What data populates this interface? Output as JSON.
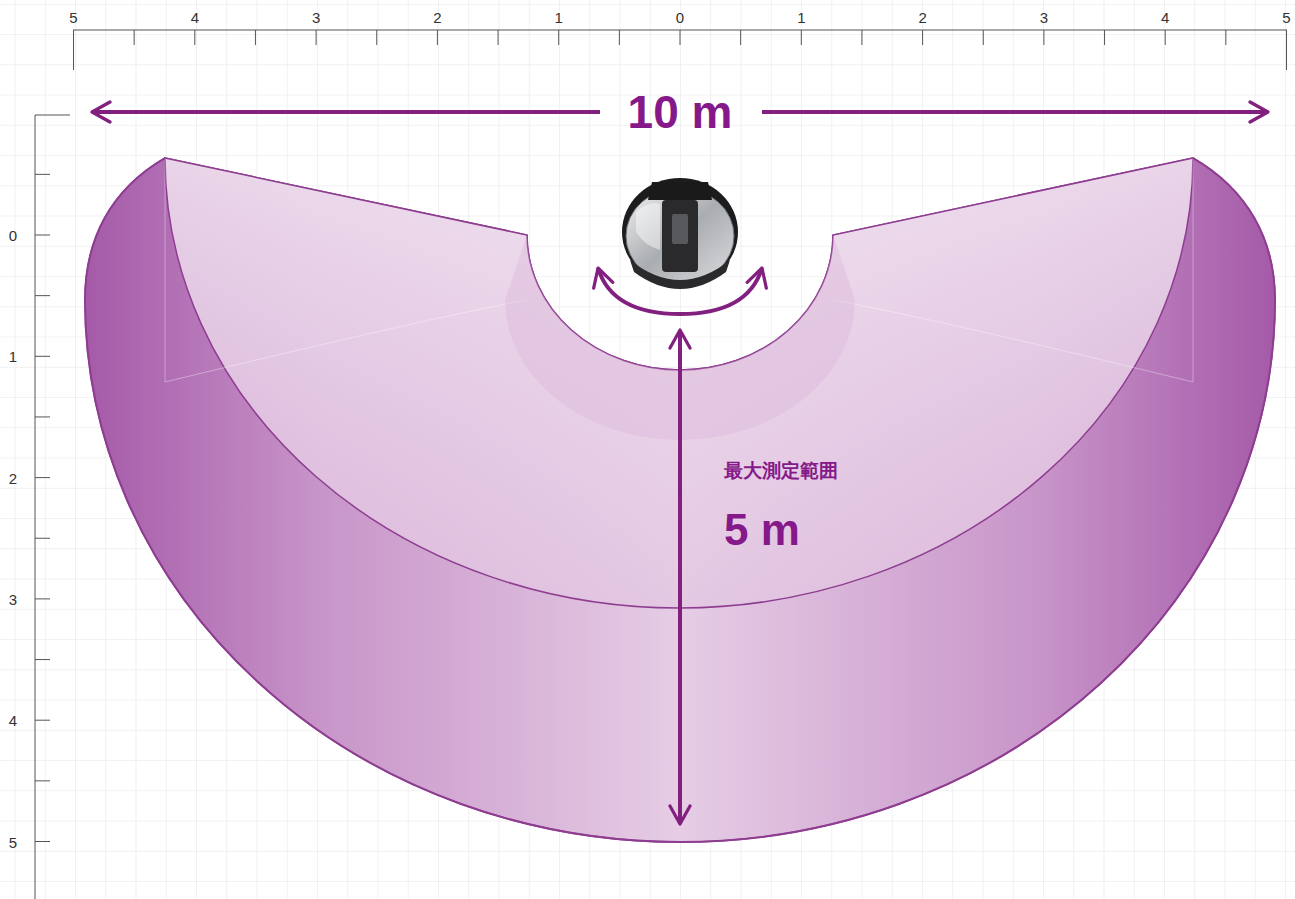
{
  "diagram": {
    "labels": [
      "5",
      "4",
      "3",
      "2",
      "1",
      "0",
      "1",
      "2",
      "3",
      "4",
      "5",
      "0",
      "1",
      "2",
      "3",
      "4",
      "5",
      "10 m",
      "最大測定範囲",
      "5 m"
    ]
  }
}
